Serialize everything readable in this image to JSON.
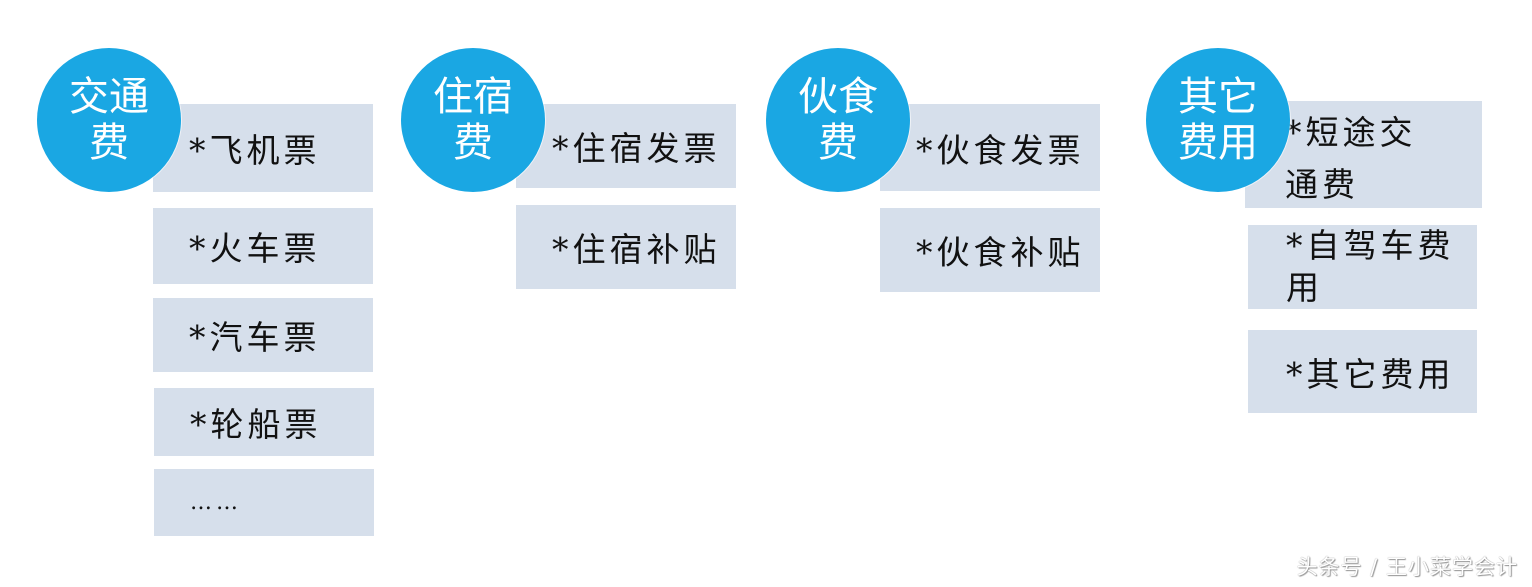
{
  "colors": {
    "circle": "#1aa7e3",
    "box": "#d6dfeb",
    "text": "#111111"
  },
  "groups": [
    {
      "title": "交通费",
      "items": [
        "*飞机票",
        "*火车票",
        "*汽车票",
        "*轮船票",
        "……"
      ]
    },
    {
      "title": "住宿费",
      "items": [
        "*住宿发票",
        "*住宿补贴"
      ]
    },
    {
      "title": "伙食费",
      "items": [
        "*伙食发票",
        "*伙食补贴"
      ]
    },
    {
      "title": "其它费用",
      "items": [
        "*短途交通费",
        "*自驾车费用",
        "*其它费用"
      ]
    }
  ],
  "watermark": "头条号 / 王小菜学会计"
}
